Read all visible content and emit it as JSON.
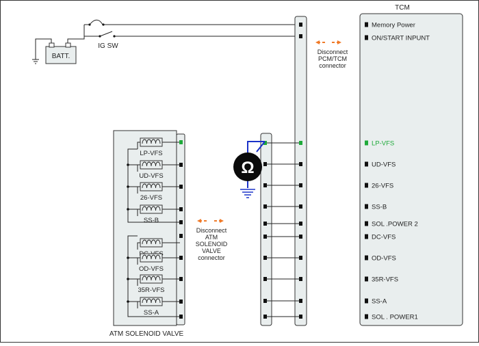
{
  "colors": {
    "box_fill": "#e9eeee",
    "pin": "#111111",
    "active_pin": "#1faa3a",
    "probe_wire": "#1a32c8",
    "arrow": "#f07a28",
    "frame": "#333333"
  },
  "battery": {
    "label": "BATT."
  },
  "switch": {
    "label": "IG SW"
  },
  "tcm": {
    "title": "TCM",
    "pins": [
      {
        "label": "Memory Power",
        "active": false
      },
      {
        "label": "ON/START  INPUNT",
        "active": false
      },
      {
        "label": "LP-VFS",
        "active": true
      },
      {
        "label": "UD-VFS",
        "active": false
      },
      {
        "label": "26-VFS",
        "active": false
      },
      {
        "label": "SS-B",
        "active": false
      },
      {
        "label": "SOL .POWER 2",
        "active": false
      },
      {
        "label": "DC-VFS",
        "active": false
      },
      {
        "label": "OD-VFS",
        "active": false
      },
      {
        "label": "35R-VFS",
        "active": false
      },
      {
        "label": "SS-A",
        "active": false
      },
      {
        "label": "SOL . POWER1",
        "active": false
      }
    ]
  },
  "pcm_connector_note": {
    "lines": [
      "Disconnect",
      "PCM/TCM",
      "connector"
    ]
  },
  "atm_connector_note": {
    "lines": [
      "Disconnect",
      "ATM",
      "SOLENOID",
      "VALVE",
      "connector"
    ]
  },
  "atm_valve": {
    "title": "ATM SOLENOID VALVE",
    "solenoids": [
      "LP-VFS",
      "UD-VFS",
      "26-VFS",
      "SS-B",
      "DC-VFS",
      "OD-VFS",
      "35R-VFS",
      "SS-A"
    ]
  },
  "meter": {
    "symbol": "Ω"
  }
}
